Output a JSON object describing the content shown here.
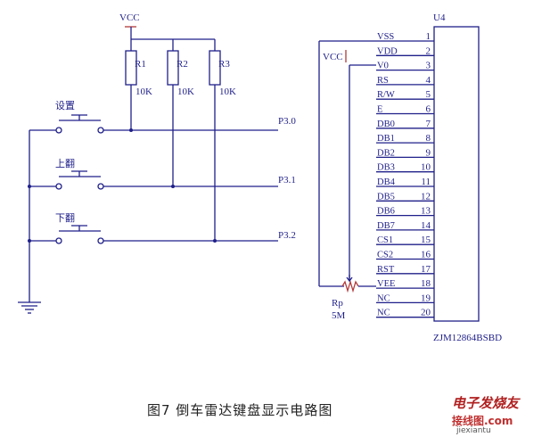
{
  "vcc_label": "VCC",
  "resistors": [
    {
      "ref": "R1",
      "value": "10K"
    },
    {
      "ref": "R2",
      "value": "10K"
    },
    {
      "ref": "R3",
      "value": "10K"
    }
  ],
  "buttons": [
    "设置",
    "上翻",
    "下翻"
  ],
  "ports": [
    "P3.0",
    "P3.1",
    "P3.2"
  ],
  "lcd": {
    "ref": "U4",
    "part": "ZJM12864BSBD",
    "pins": [
      {
        "num": "1",
        "name": "VSS"
      },
      {
        "num": "2",
        "name": "VDD"
      },
      {
        "num": "3",
        "name": "V0"
      },
      {
        "num": "4",
        "name": "RS"
      },
      {
        "num": "5",
        "name": "R/W"
      },
      {
        "num": "6",
        "name": "E"
      },
      {
        "num": "7",
        "name": "DB0"
      },
      {
        "num": "8",
        "name": "DB1"
      },
      {
        "num": "9",
        "name": "DB2"
      },
      {
        "num": "10",
        "name": "DB3"
      },
      {
        "num": "11",
        "name": "DB4"
      },
      {
        "num": "12",
        "name": "DB5"
      },
      {
        "num": "13",
        "name": "DB6"
      },
      {
        "num": "14",
        "name": "DB7"
      },
      {
        "num": "15",
        "name": "CS1"
      },
      {
        "num": "16",
        "name": "CS2"
      },
      {
        "num": "17",
        "name": "RST"
      },
      {
        "num": "18",
        "name": "VEE"
      },
      {
        "num": "19",
        "name": "NC"
      },
      {
        "num": "20",
        "name": "NC"
      }
    ]
  },
  "lcd_vcc_label": "VCC",
  "pot": {
    "ref": "Rp",
    "value": "5M"
  },
  "caption": "图7  倒车雷达键盘显示电路图",
  "watermark": {
    "main": "电子发烧友",
    "sub": "接线图.com",
    "url": "jiexiantu"
  }
}
